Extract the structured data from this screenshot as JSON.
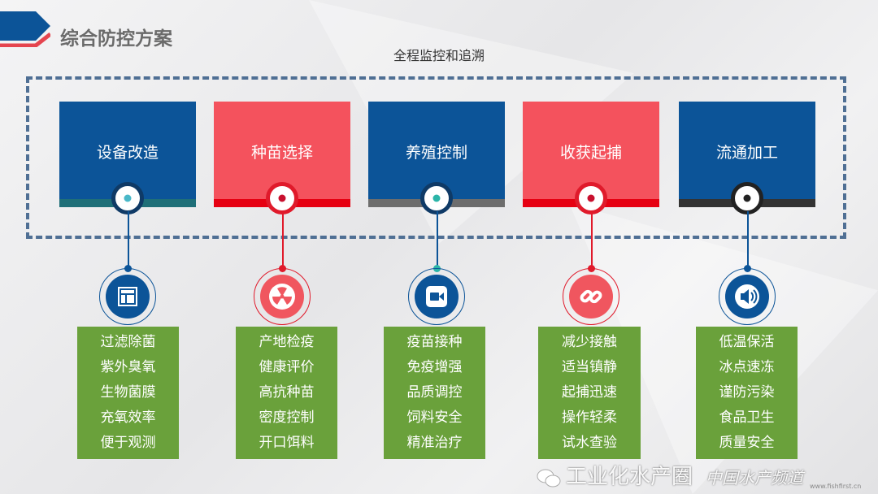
{
  "header": {
    "title": "综合防控方案",
    "subtitle": "全程监控和追溯"
  },
  "stages": [
    {
      "label": "设备改造",
      "icon": "layout-icon",
      "items": [
        "过滤除菌",
        "紫外臭氧",
        "生物菌膜",
        "充氧效率",
        "便于观测"
      ]
    },
    {
      "label": "种苗选择",
      "icon": "radiation-icon",
      "items": [
        "产地检疫",
        "健康评价",
        "高抗种苗",
        "密度控制",
        "开口饵料"
      ]
    },
    {
      "label": "养殖控制",
      "icon": "video-camera-icon",
      "items": [
        "疫苗接种",
        "免疫增强",
        "品质调控",
        "饲料安全",
        "精准治疗"
      ]
    },
    {
      "label": "收获起捕",
      "icon": "link-icon",
      "items": [
        "减少接触",
        "适当镇静",
        "起捕迅速",
        "操作轻柔",
        "试水查验"
      ]
    },
    {
      "label": "流通加工",
      "icon": "speaker-icon",
      "items": [
        "低温保活",
        "冰点速冻",
        "谨防污染",
        "食品卫生",
        "质量安全"
      ]
    }
  ],
  "colors": {
    "blue": "#0c5498",
    "red": "#f4525d",
    "green": "#6aa13b",
    "dash": "#4f6f94"
  },
  "watermark": {
    "line1": "工业化水产圈",
    "line2": "中国水产频道",
    "url": "www.fishfirst.cn"
  }
}
